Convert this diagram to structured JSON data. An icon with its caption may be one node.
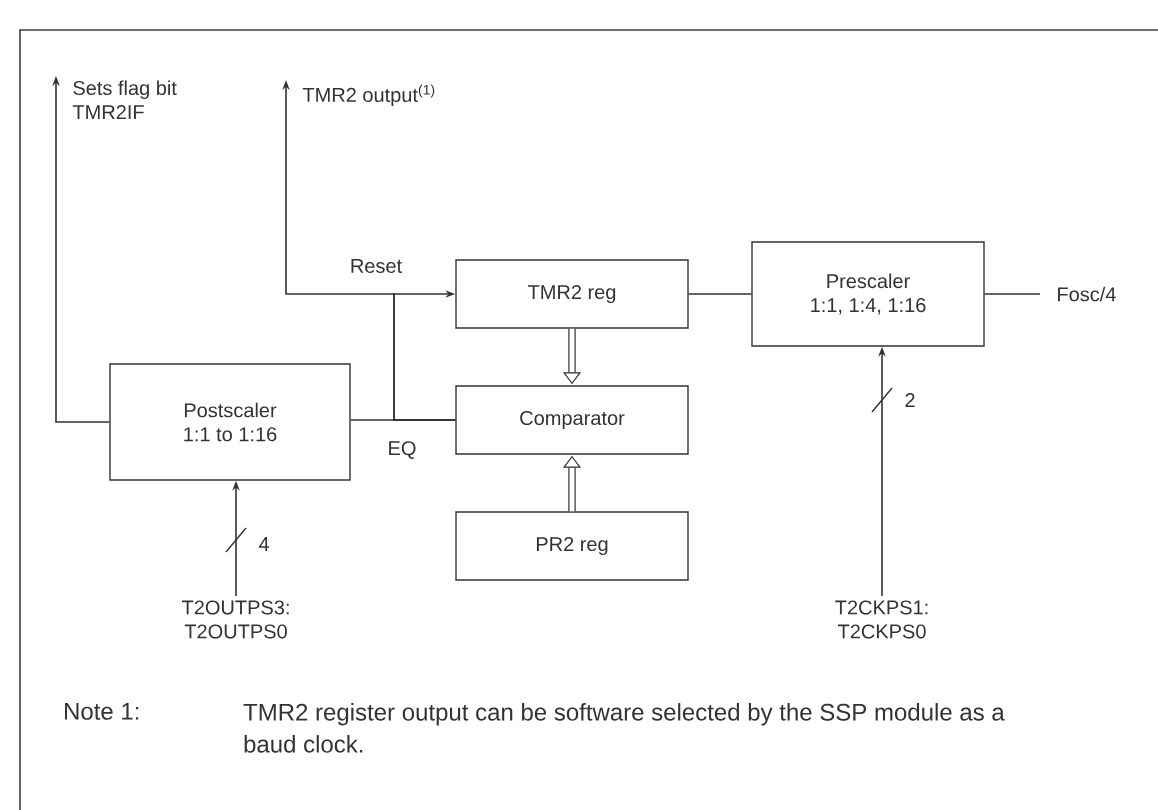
{
  "diagram": {
    "nodes": [
      {
        "text": [
          "Sets flag bit TMR2IF"
        ]
      },
      {
        "text": [
          "TMR2 output$^{(1)}$"
        ]
      },
      {
        "text": [
          "TMR2 reg"
        ]
      },
      {
        "text": [
          "Prescaler",
          "1:1, 1:4, 1:16"
        ]
      },
      {
        "text": [
          "Fosc/4"
        ]
      },
      {
        "text": [
          "Postscaler",
          "1:1 to 1:16"
        ]
      },
      {
        "text": [
          "Comparator"
        ]
      },
      {
        "text": [
          "PR2 reg"
        ]
      },
      {
        "text": [
          "T2OUTPS3: T2OUTPS0"
        ]
      },
      {
        "text": [
          "T2CKPS1: T2CKPS0"
        ]
      }
    ],
    "edges": [
      {
        "from": 4,
        "to": 3,
        "arrow": "none"
      },
      {
        "from": 3,
        "to": 2,
        "arrow": "none"
      },
      {
        "from": 2,
        "to": 6,
        "arrow": "to",
        "style": "thick"
      },
      {
        "from": 7,
        "to": 6,
        "arrow": "to",
        "style": "thick"
      },
      {
        "from": 6,
        "to": 5,
        "arrow": "none",
        "label": "EQ"
      },
      {
        "from": 6,
        "to": 2,
        "arrow": "to",
        "label": "Reset"
      },
      {
        "from": 6,
        "to": 1,
        "arrow": "to"
      },
      {
        "from": 5,
        "to": 0,
        "arrow": "to"
      },
      {
        "from": 8,
        "to": 5,
        "arrow": "to",
        "label": "4"
      },
      {
        "from": 9,
        "to": 3,
        "arrow": "to",
        "label": "2"
      }
    ],
    "labels": [
      "Note 1:",
      "TMR2 register output can be software selected by the SSP module as a baud clock."
    ]
  }
}
